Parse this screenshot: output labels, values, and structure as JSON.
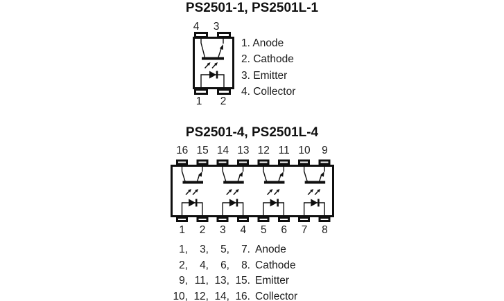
{
  "page": {
    "background": "#ffffff",
    "ink": "#0f0f0f",
    "text_color": "#1a1a1a"
  },
  "single": {
    "title": "PS2501-1, PS2501L-1",
    "pins_top": [
      "4",
      "3"
    ],
    "pins_bottom": [
      "1",
      "2"
    ],
    "legend": [
      "1. Anode",
      "2. Cathode",
      "3. Emitter",
      "4. Collector"
    ]
  },
  "quad": {
    "title": "PS2501-4, PS2501L-4",
    "pins_top": [
      "16",
      "15",
      "14",
      "13",
      "12",
      "11",
      "10",
      "9"
    ],
    "pins_bottom": [
      "1",
      "2",
      "3",
      "4",
      "5",
      "6",
      "7",
      "8"
    ],
    "legend": [
      {
        "cols": [
          "1,",
          "3,",
          "5,",
          "7."
        ],
        "label": "Anode"
      },
      {
        "cols": [
          "2,",
          "4,",
          "6,",
          "8."
        ],
        "label": "Cathode"
      },
      {
        "cols": [
          "9,",
          "11,",
          "13,",
          "15."
        ],
        "label": "Emitter"
      },
      {
        "cols": [
          "10,",
          "12,",
          "14,",
          "16."
        ],
        "label": "Collector"
      }
    ]
  }
}
